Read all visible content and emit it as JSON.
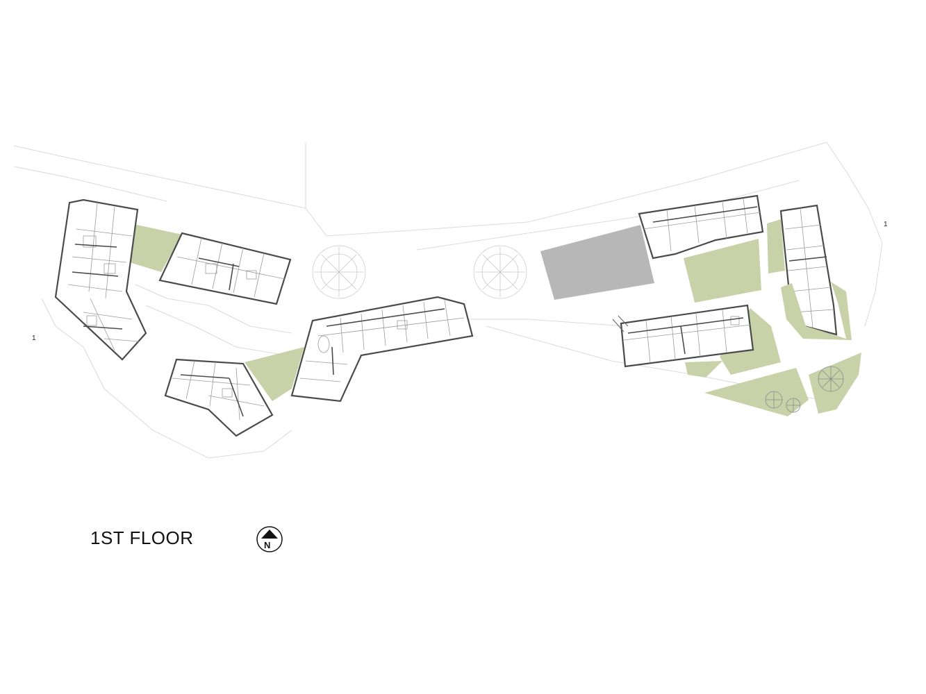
{
  "drawing": {
    "title": "1ST FLOOR",
    "north_label": "N",
    "section_marker_left": "1",
    "section_marker_right": "1"
  },
  "colors": {
    "garden": "#c9d1a8",
    "hall": "#b7b7b7",
    "wall": "#4a4a4a",
    "thin_line": "#cfcfcf"
  }
}
